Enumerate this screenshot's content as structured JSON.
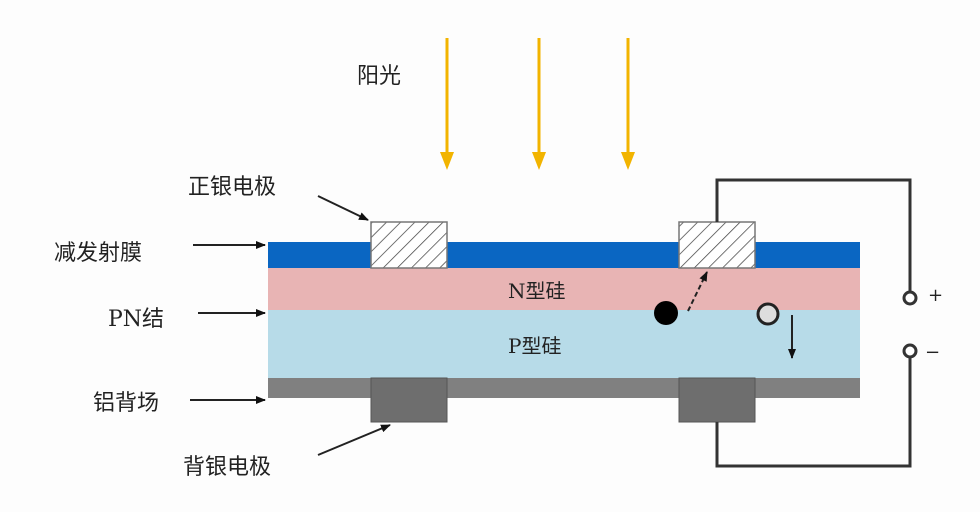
{
  "labels": {
    "sunlight": "阳光",
    "front_electrode": "正银电极",
    "anti_reflection_film": "减发射膜",
    "pn_junction": "PN结",
    "aluminum_back_field": "铝背场",
    "back_electrode": "背银电极",
    "n_silicon": "N型硅",
    "p_silicon": "P型硅",
    "positive_terminal": "+",
    "negative_terminal": "−"
  },
  "colors": {
    "sunlight_arrow": "#f2b400",
    "anti_reflection_film": "#0a66c2",
    "n_silicon": "#e8b4b4",
    "p_silicon": "#b7dbe8",
    "aluminum_back_field": "#808080",
    "back_electrode": "#6e6e6e",
    "wire": "#333333"
  }
}
